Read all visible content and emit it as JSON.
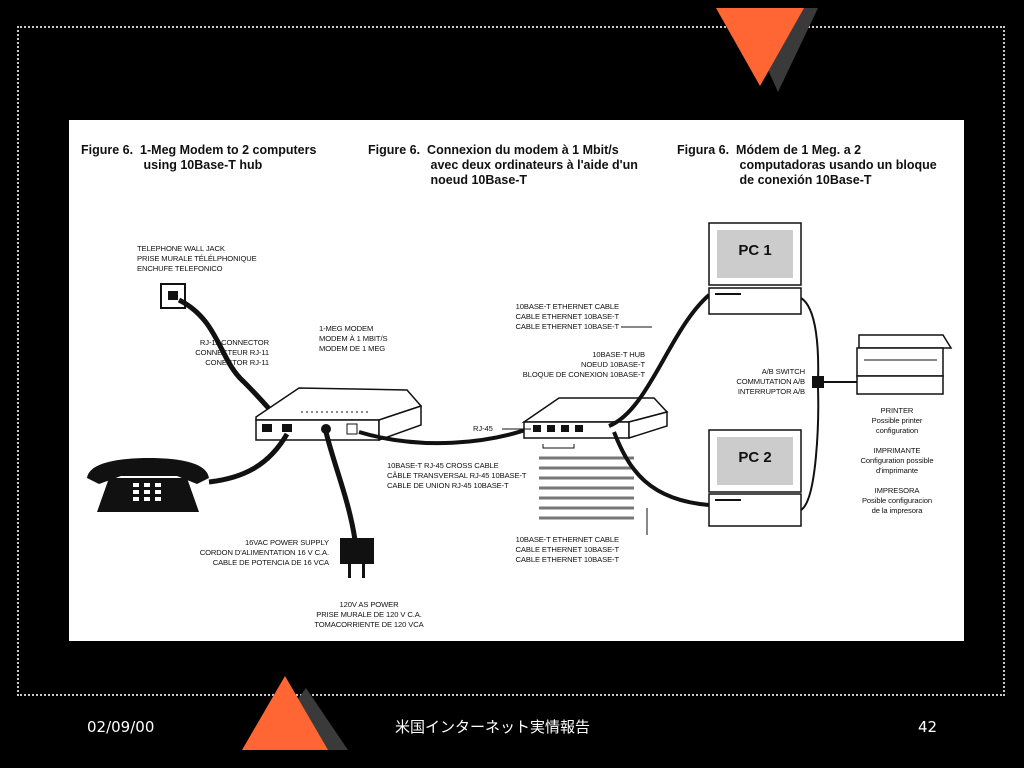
{
  "slide": {
    "footer_date": "02/09/00",
    "footer_title": "米国インターネット実情報告",
    "page_number": "42",
    "colors": {
      "accent": "#ff6633",
      "shadow": "#3a3a3a",
      "background": "#000000",
      "panel": "#ffffff"
    }
  },
  "figure": {
    "captions": [
      "Figure 6.  1-Meg Modem to 2 computers\n                  using 10Base-T hub",
      "Figure 6.  Connexion du modem à 1 Mbit/s\n                  avec deux ordinateurs à l'aide d'un\n                  noeud 10Base-T",
      "Figura 6.  Módem de 1 Meg. a 2\n                  computadoras usando un bloque\n                  de conexión 10Base-T"
    ],
    "labels": {
      "wall_jack": "TELEPHONE WALL JACK\nPRISE MURALE TÉLÉLPHONIQUE\nENCHUFE TELEFONICO",
      "rj11": "RJ-11 CONNECTOR\nCONNECTEUR RJ-11\nCONECTOR RJ-11",
      "modem": "1-MEG MODEM\nMODEM À 1 MBIT/S\nMODEM DE 1 MEG",
      "ethernet_cable_top": "10BASE-T ETHERNET CABLE\nCABLE ETHERNET 10BASE-T\nCABLE ETHERNET 10BASE-T",
      "hub": "10BASE-T HUB\nNOEUD 10BASE-T\nBLOQUE DE CONEXION 10BASE-T",
      "rj45": "RJ-45",
      "cross_cable": "10BASE-T RJ-45 CROSS CABLE\nCÂBLE TRANSVERSAL RJ-45 10BASE-T\nCABLE DE UNION RJ-45 10BASE-T",
      "ab_switch": "A/B SWITCH\nCOMMUTATION A/B\nINTERRUPTOR A/B",
      "pc1": "PC 1",
      "pc2": "PC 2",
      "printer": "PRINTER\nPossible printer\nconfiguration\n\nIMPRIMANTE\nConfiguration possible\nd'imprimante\n\nIMPRESORA\nPosible configuracion\nde la impresora",
      "power_supply": "16VAC POWER SUPPLY\nCORDON D'ALIMENTATION 16 V C.A.\nCABLE DE POTENCIA DE 16 VCA",
      "ac_power": "120V AS POWER\nPRISE MURALE DE 120 V C.A.\nTOMACORRIENTE DE 120 VCA",
      "ethernet_cable_bottom": "10BASE-T ETHERNET CABLE\nCABLE ETHERNET 10BASE-T\nCABLE ETHERNET 10BASE-T"
    }
  }
}
